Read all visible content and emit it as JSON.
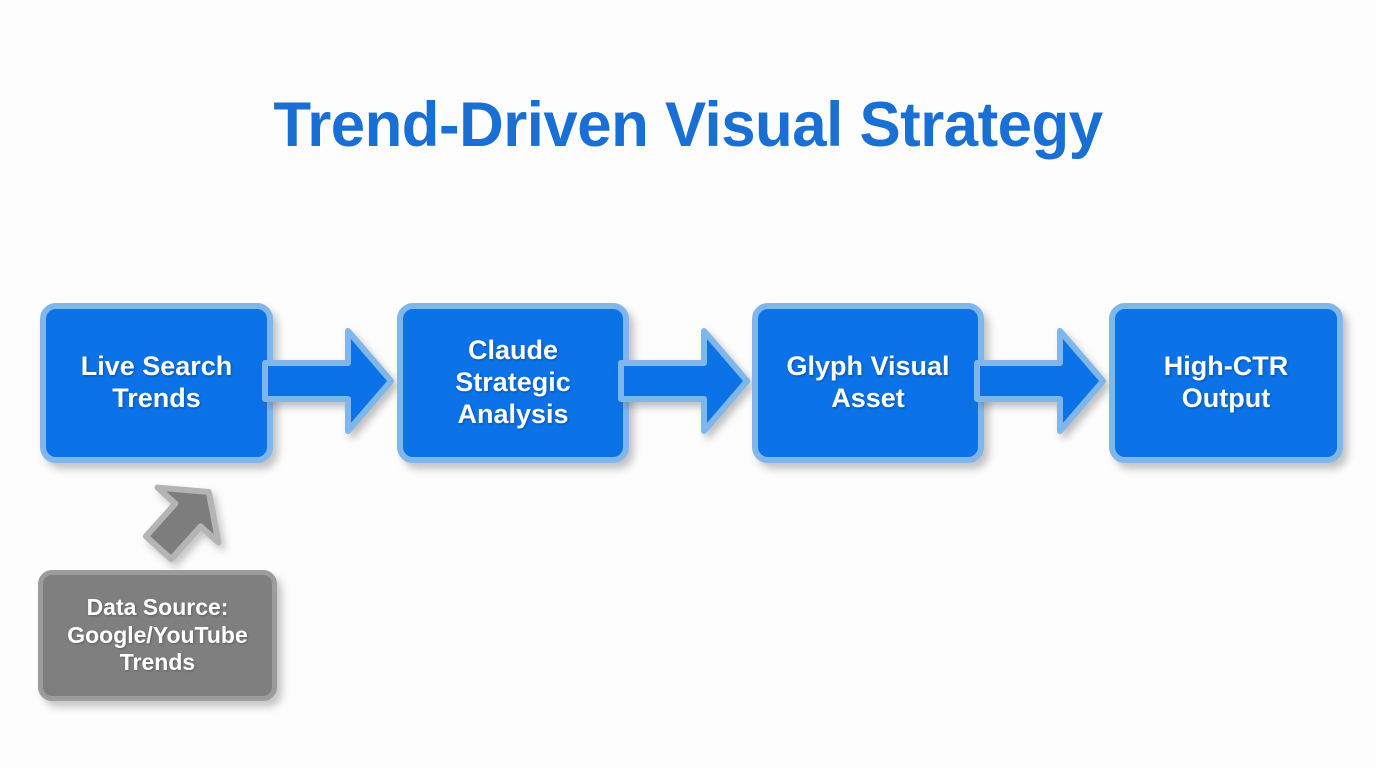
{
  "slide": {
    "title": "Trend-Driven Visual Strategy",
    "background_color": "#fdfdfd",
    "title_color": "#1a6fd4"
  },
  "colors": {
    "box_fill": "#0b72e8",
    "box_border": "#7fb6ec",
    "arrow_fill": "#0b72e8",
    "arrow_border": "#7fb6ec",
    "source_fill": "#7f7f7f",
    "source_border": "#9c9c9c",
    "text": "#ffffff"
  },
  "flow": {
    "steps": [
      {
        "id": "live-search-trends",
        "label": "Live Search\nTrends"
      },
      {
        "id": "claude-strategic-analysis",
        "label": "Claude\nStrategic\nAnalysis"
      },
      {
        "id": "glyph-visual-asset",
        "label": "Glyph Visual\nAsset"
      },
      {
        "id": "high-ctr-output",
        "label": "High-CTR\nOutput"
      }
    ],
    "connectors": [
      {
        "id": "arrow-1",
        "direction": "right"
      },
      {
        "id": "arrow-2",
        "direction": "right"
      },
      {
        "id": "arrow-3",
        "direction": "right"
      }
    ]
  },
  "source": {
    "label": "Data Source:\nGoogle/YouTube\nTrends",
    "connector": {
      "id": "source-arrow",
      "direction": "up-right"
    }
  }
}
